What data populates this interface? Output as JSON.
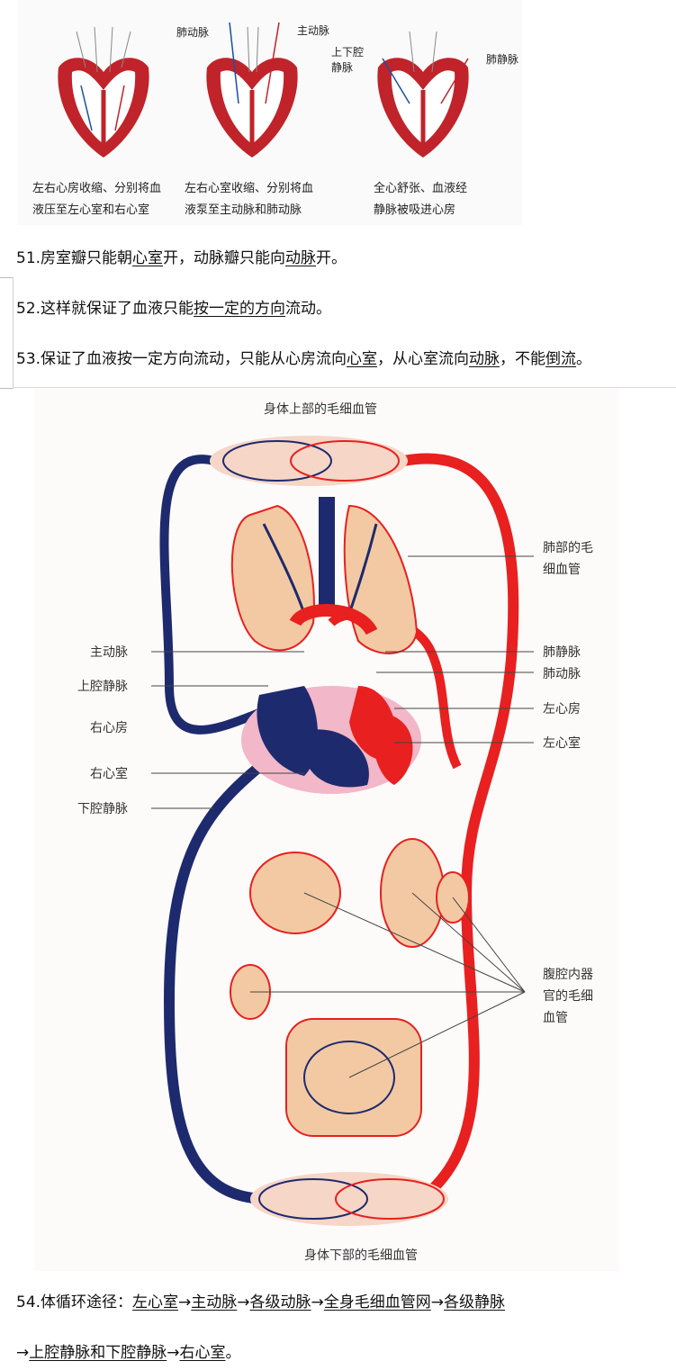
{
  "top_figure": {
    "labels": {
      "pulmonary_artery": "肺动脉",
      "aorta": "主动脉",
      "vena_cava": "上下腔\n静脉",
      "pulmonary_vein": "肺静脉"
    },
    "captions": [
      {
        "line1": "左右心房收缩、分别将血",
        "line2": "液压至左心室和右心室"
      },
      {
        "line1": "左右心室收缩、分别将血",
        "line2": "液泵至主动脉和肺动脉"
      },
      {
        "line1": "全心舒张、血液经",
        "line2": "静脉被吸进心房"
      }
    ]
  },
  "paragraphs": {
    "p51": {
      "prefix": "51.房室瓣只能朝",
      "u1": "心室",
      "mid": "开，动脉瓣只能向",
      "u2": "动脉",
      "suffix": "开。"
    },
    "p52": {
      "prefix": "52.这样就保证了血液只能",
      "u1": "按一定的方向",
      "suffix": "流动。"
    },
    "p53": {
      "prefix": "53.保证了血液按一定方向流动，只能从心房流向",
      "u1": "心室",
      "mid": "，从心室流向",
      "u2": "动脉",
      "mid2": "，不能",
      "u3": "倒流",
      "suffix": "。"
    }
  },
  "diagram": {
    "top_label": "身体上部的毛细血管",
    "bottom_label": "身体下部的毛细血管",
    "left_labels": [
      "主动脉",
      "上腔静脉",
      "右心房",
      "右心室",
      "下腔静脉"
    ],
    "right_labels": [
      "肺部的毛",
      "细血管",
      "肺静脉",
      "肺动脉",
      "左心房",
      "左心室",
      "腹腔内器",
      "官的毛细",
      "血管"
    ],
    "colors": {
      "artery": "#e8201f",
      "vein": "#1e2a6e",
      "pink": "#f2b7c8",
      "tissue": "#f3c9a3"
    }
  },
  "p54": {
    "prefix": "54.体循环途径：",
    "s1": "左心室",
    "s2": "主动脉",
    "s3": "各级动脉",
    "s4": "全身毛细血管网",
    "s5": "各级静脉",
    "arrow": "→",
    "line2_s1": "上腔静脉和下腔静脉",
    "line2_s2": "右心室",
    "end": "。"
  }
}
